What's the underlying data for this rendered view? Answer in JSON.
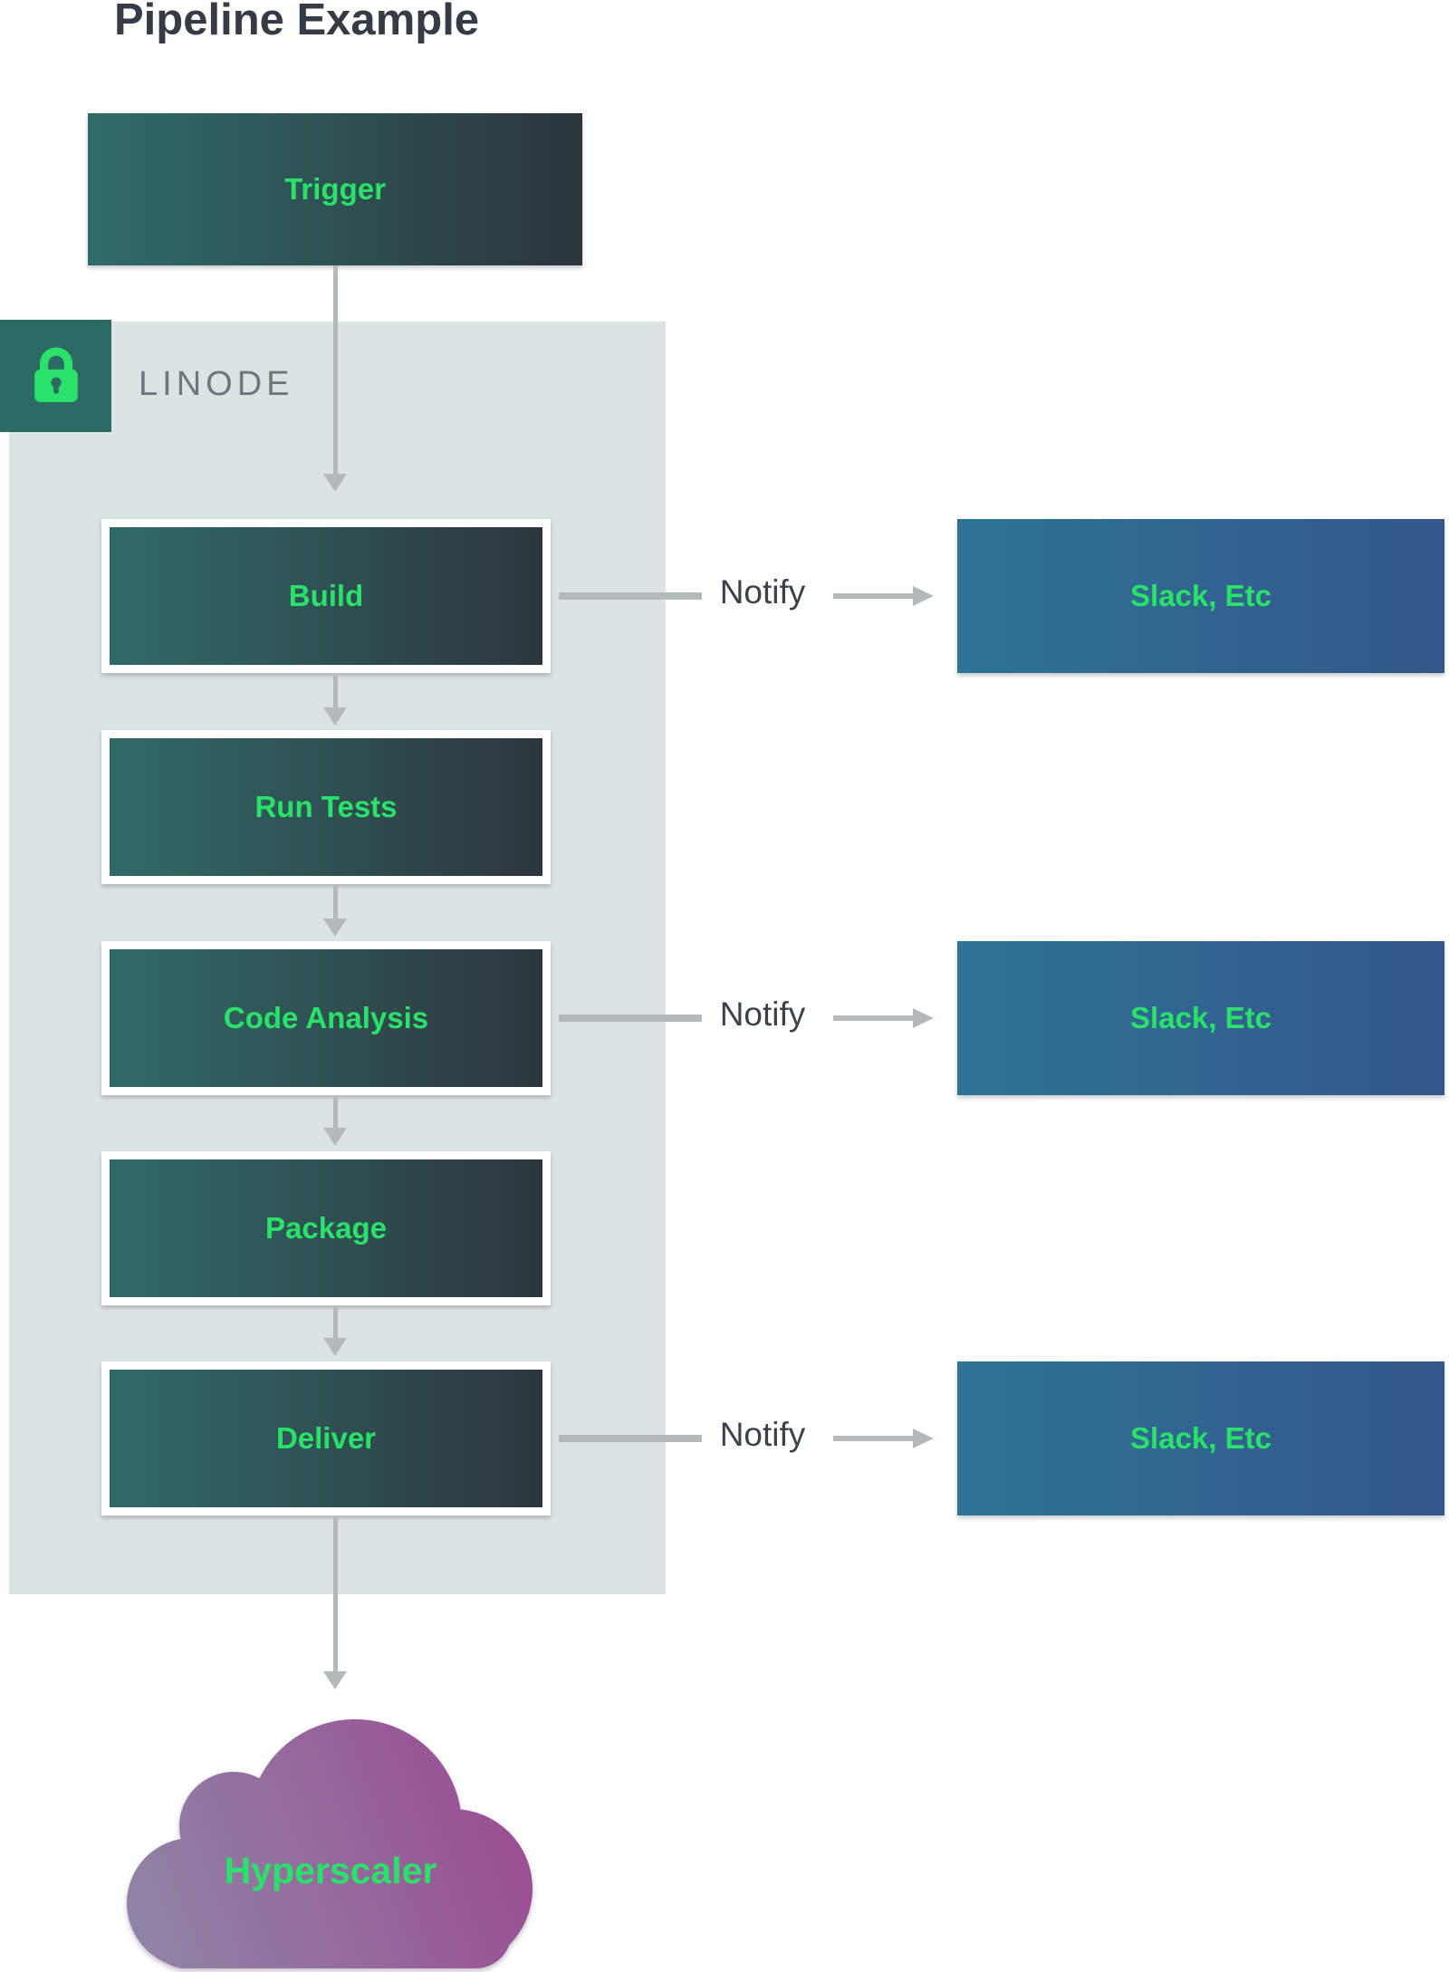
{
  "title": "Pipeline Example",
  "trigger": {
    "label": "Trigger"
  },
  "linode_container": {
    "label": "LINODE",
    "icon": "lock-icon"
  },
  "pipeline_steps": [
    {
      "label": "Build",
      "has_notify": true
    },
    {
      "label": "Run Tests",
      "has_notify": false
    },
    {
      "label": "Code Analysis",
      "has_notify": true
    },
    {
      "label": "Package",
      "has_notify": false
    },
    {
      "label": "Deliver",
      "has_notify": true
    }
  ],
  "notify": {
    "label": "Notify",
    "target_label": "Slack, Etc"
  },
  "cloud": {
    "label": "Hyperscaler"
  },
  "colors": {
    "accent_green": "#2ae26a",
    "step_gradient_left": "#306b67",
    "step_gradient_right": "#2d363d",
    "slack_gradient_left": "#2d7495",
    "slack_gradient_right": "#34568b",
    "container_bg": "#dce3e3",
    "lock_badge_bg": "#2c6a64",
    "cloud_gradient_left": "#8f86a6",
    "cloud_gradient_right": "#9b4b92",
    "arrow_gray": "#b4baba",
    "title_color": "#353c45",
    "linode_text_color": "#6e777e",
    "notify_text_color": "#3b4249"
  }
}
